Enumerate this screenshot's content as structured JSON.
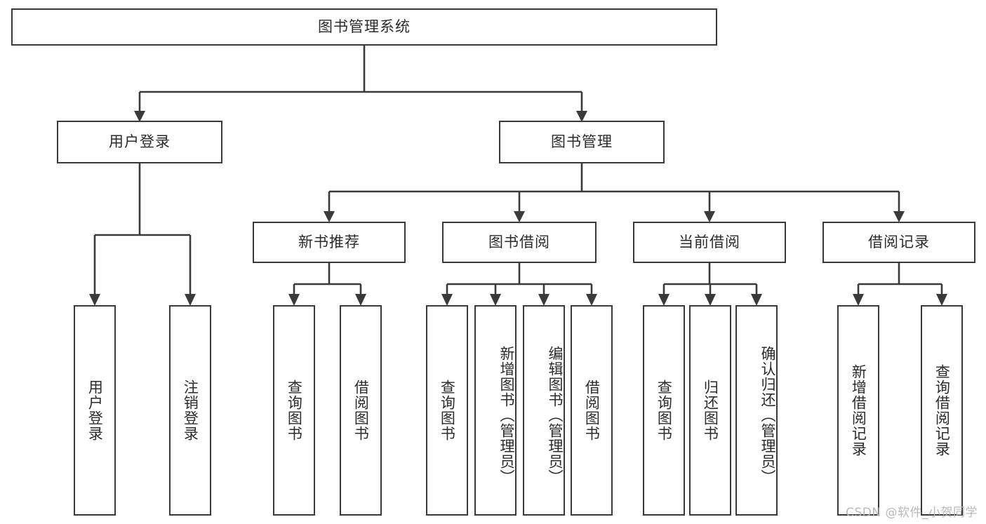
{
  "diagram": {
    "title": "图书管理系统",
    "type": "hierarchy-tree",
    "levels": 4,
    "colors": {
      "stroke": "#3a3a3a",
      "fill": "#ffffff",
      "text": "#2b2b2b",
      "watermark": "#b9b9b9"
    },
    "root": {
      "label": "图书管理系统"
    },
    "level2": [
      {
        "label": "用户登录"
      },
      {
        "label": "图书管理"
      }
    ],
    "level3": [
      {
        "label": "新书推荐"
      },
      {
        "label": "图书借阅"
      },
      {
        "label": "当前借阅"
      },
      {
        "label": "借阅记录"
      }
    ],
    "leaves": {
      "user_login": [
        {
          "label": "用户登录"
        },
        {
          "label": "注销登录"
        }
      ],
      "new_book_recommend": [
        {
          "label": "查询图书"
        },
        {
          "label": "借阅图书"
        }
      ],
      "book_borrow": [
        {
          "label": "查询图书"
        },
        {
          "label": "新增图书（管理员）"
        },
        {
          "label": "编辑图书（管理员）"
        },
        {
          "label": "借阅图书"
        }
      ],
      "current_borrow": [
        {
          "label": "查询图书"
        },
        {
          "label": "归还图书"
        },
        {
          "label": "确认归还（管理员）"
        }
      ],
      "borrow_record": [
        {
          "label": "新增借阅记录"
        },
        {
          "label": "查询借阅记录"
        }
      ]
    }
  },
  "watermark": {
    "text": "CSDN @软件_小贺同学"
  }
}
